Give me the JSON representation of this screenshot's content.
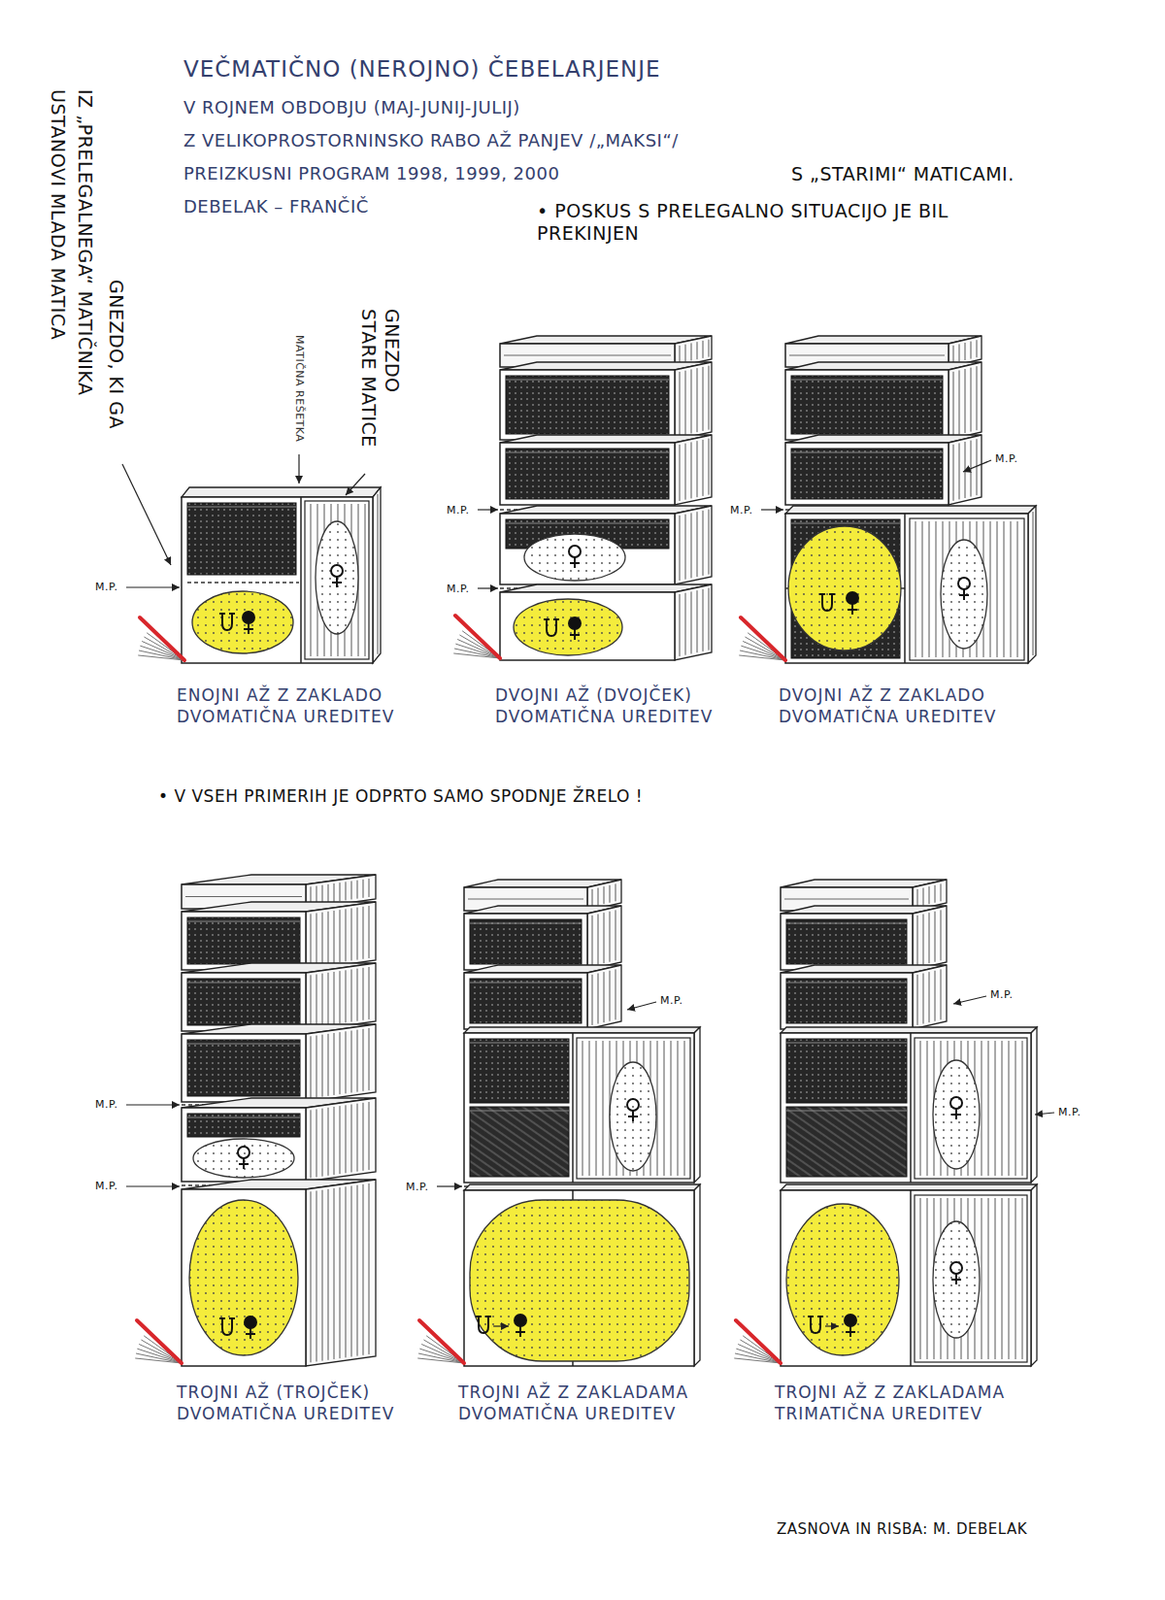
{
  "diagram": {
    "title": "VEČMATIČNO (NEROJNO) ČEBELARJENJE",
    "nodes": [
      {
        "text": [
          "ENOJNI AŽ Z ZAKLADO DVOMATIČNA UREDITEV"
        ]
      },
      {
        "text": [
          "DVOJNI AŽ (DVOJČEK) DVOMATIČNA UREDITEV"
        ]
      },
      {
        "text": [
          "DVOJNI AŽ Z ZAKLADO DVOMATIČNA UREDITEV"
        ]
      },
      {
        "text": [
          "TROJNI AŽ (TROJČEK) DVOMATIČNA UREDITEV"
        ]
      },
      {
        "text": [
          "TROJNI AŽ Z ZAKLADAMA DVOMATIČNA UREDITEV"
        ]
      },
      {
        "text": [
          "TROJNI AŽ Z ZAKLADAMA TRIMATIČNA UREDITEV"
        ]
      }
    ],
    "labels": [
      "V ROJNEM OBDOBJU (MAJ-JUNIJ-JULIJ)",
      "Z VELIKOPROSTORNINSKO RABO AŽ PANJEV /„MAKSI“/",
      "PREIZKUSNI PROGRAM 1998, 1999, 2000",
      "S „STARIMI“ MATICAMI.",
      "DEBELAK – FRANČIČ",
      "• POSKUS S PRELEGALNO SITUACIJO JE BIL PREKINJEN",
      "GNEZDO, KI GA",
      "USTANOVI MLADA MATICA",
      "IZ „PRELEGALNEGA“ MATIČNIKA",
      "MATIČNA REŠETKA",
      "GNEZDO",
      "STARE MATICE",
      "M.P.",
      "M.P.",
      "M.P.",
      "M.P.",
      "M.P.",
      "M.P.",
      "M.P.",
      "M.P.",
      "M.P.",
      "M.P.",
      "M.P.",
      "• V VSEH PRIMERIH JE ODPRTO SAMO SPODNJE ŽRELO !",
      "ZASNOVA IN RISBA: M. DEBELAK"
    ]
  }
}
